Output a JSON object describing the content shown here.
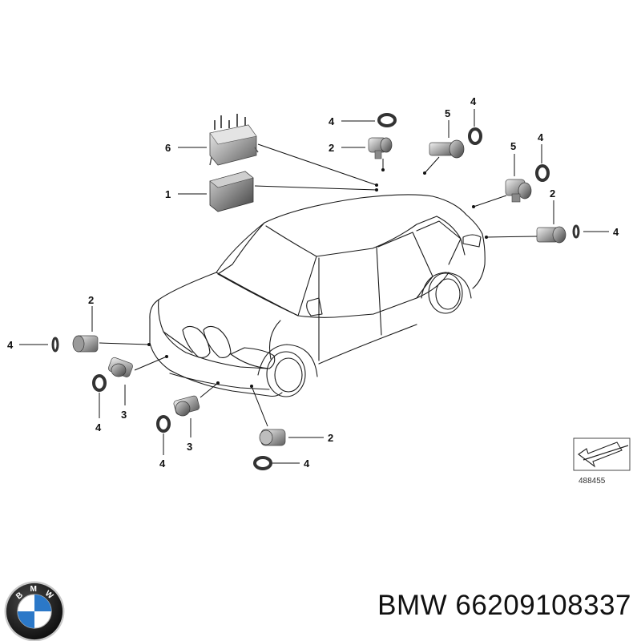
{
  "diagram": {
    "callouts": [
      {
        "id": "c-6",
        "label": "6"
      },
      {
        "id": "c-1",
        "label": "1"
      },
      {
        "id": "c-4-a",
        "label": "4"
      },
      {
        "id": "c-2-a",
        "label": "2"
      },
      {
        "id": "c-5-a",
        "label": "5"
      },
      {
        "id": "c-4-b",
        "label": "4"
      },
      {
        "id": "c-5-b",
        "label": "5"
      },
      {
        "id": "c-4-c",
        "label": "4"
      },
      {
        "id": "c-2-b",
        "label": "2"
      },
      {
        "id": "c-4-d",
        "label": "4"
      },
      {
        "id": "c-2-c",
        "label": "2"
      },
      {
        "id": "c-4-e",
        "label": "4"
      },
      {
        "id": "c-3-a",
        "label": "3"
      },
      {
        "id": "c-4-f",
        "label": "4"
      },
      {
        "id": "c-3-b",
        "label": "3"
      },
      {
        "id": "c-4-g",
        "label": "4"
      },
      {
        "id": "c-2-d",
        "label": "2"
      },
      {
        "id": "c-4-h",
        "label": "4"
      }
    ],
    "reference_number": "488455"
  },
  "brand": {
    "logo_icon": "bmw-roundel-icon",
    "logo_text": "BMW",
    "colors": {
      "blue": "#2b78c8",
      "black": "#1a1a1a",
      "silver": "#c8c8c8"
    }
  },
  "caption": {
    "text": "BMW 66209108337"
  }
}
